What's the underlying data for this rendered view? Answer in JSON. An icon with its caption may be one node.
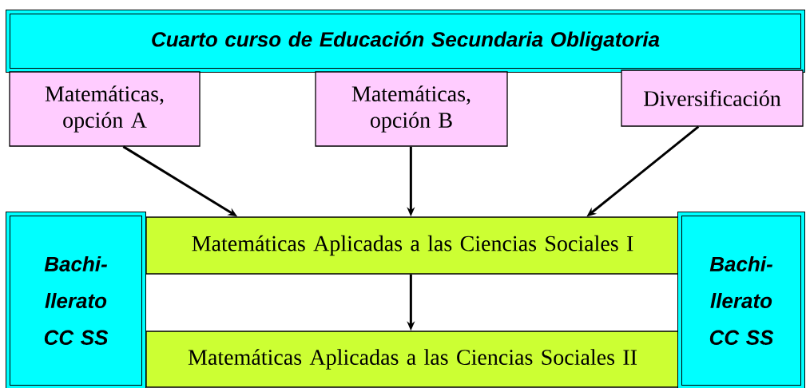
{
  "diagram": {
    "nodes": [
      {
        "text": [
          "Cuarto curso de Educación Secundaria Obligatoria"
        ]
      },
      {
        "text": [
          "Matemáticas, opción A"
        ]
      },
      {
        "text": [
          "Matemáticas, opción B"
        ]
      },
      {
        "text": [
          "Diversificación"
        ]
      },
      {
        "text": [
          "Matemáticas Aplicadas a las Ciencias Sociales I"
        ]
      },
      {
        "text": [
          "Matemáticas Aplicadas a las Ciencias Sociales II"
        ]
      },
      {
        "text": [
          "Bachi- llerato CC SS"
        ]
      },
      {
        "text": [
          "Bachi- llerato CC SS"
        ]
      }
    ],
    "edges": [
      {
        "from": 1,
        "to": 4,
        "arrow": "to"
      },
      {
        "from": 2,
        "to": 4,
        "arrow": "to"
      },
      {
        "from": 3,
        "to": 4,
        "arrow": "to"
      },
      {
        "from": 4,
        "to": 5,
        "arrow": "to"
      }
    ]
  }
}
